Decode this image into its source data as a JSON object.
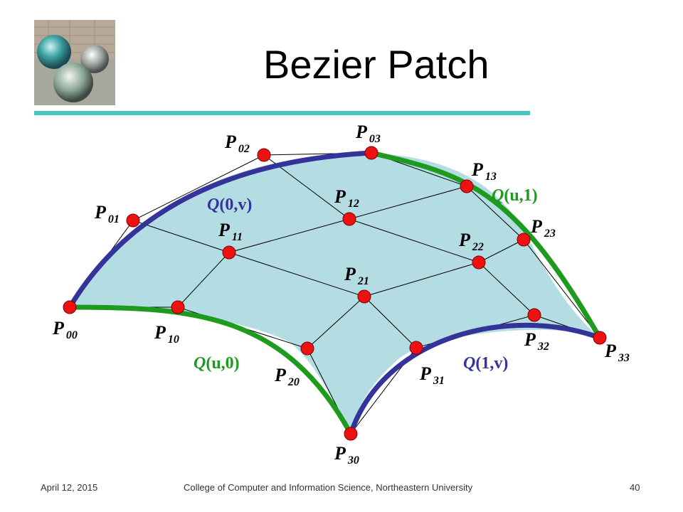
{
  "title": "Bezier Patch",
  "footer": {
    "date": "April 12, 2015",
    "org": "College of Computer and Information Science, Northeastern University",
    "page": "40"
  },
  "colors": {
    "patch_fill": "#b3dde2",
    "control_point": "#ee1111",
    "edge_v": "#33339a",
    "edge_u": "#1e9a1e",
    "rule": "#4cc4c4",
    "curve_label_v": "#33339a",
    "curve_label_u": "#1e9a1e"
  },
  "control_points": [
    {
      "id": "P00",
      "base": "P",
      "sub": "00"
    },
    {
      "id": "P01",
      "base": "P",
      "sub": "01"
    },
    {
      "id": "P02",
      "base": "P",
      "sub": "02"
    },
    {
      "id": "P03",
      "base": "P",
      "sub": "03"
    },
    {
      "id": "P10",
      "base": "P",
      "sub": "10"
    },
    {
      "id": "P11",
      "base": "P",
      "sub": "11"
    },
    {
      "id": "P12",
      "base": "P",
      "sub": "12"
    },
    {
      "id": "P13",
      "base": "P",
      "sub": "13"
    },
    {
      "id": "P20",
      "base": "P",
      "sub": "20"
    },
    {
      "id": "P21",
      "base": "P",
      "sub": "21"
    },
    {
      "id": "P22",
      "base": "P",
      "sub": "22"
    },
    {
      "id": "P23",
      "base": "P",
      "sub": "23"
    },
    {
      "id": "P30",
      "base": "P",
      "sub": "30"
    },
    {
      "id": "P31",
      "base": "P",
      "sub": "31"
    },
    {
      "id": "P32",
      "base": "P",
      "sub": "32"
    },
    {
      "id": "P33",
      "base": "P",
      "sub": "33"
    }
  ],
  "curve_labels": {
    "q0v": {
      "name": "Q",
      "args": "(0,v)"
    },
    "qu1": {
      "name": "Q",
      "args": "(u,1)"
    },
    "qu0": {
      "name": "Q",
      "args": "(u,0)"
    },
    "q1v": {
      "name": "Q",
      "args": "(1,v)"
    }
  }
}
